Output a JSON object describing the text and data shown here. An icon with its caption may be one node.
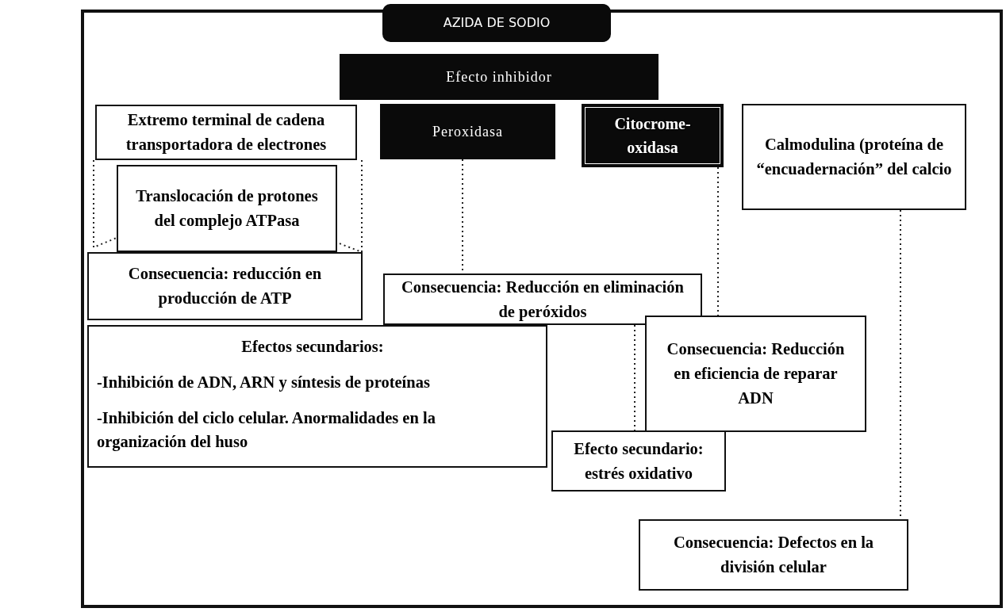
{
  "diagram": {
    "nodes": [
      {
        "text": [
          "AZIDA DE SODIO"
        ]
      },
      {
        "text": [
          "Efecto inhibidor"
        ]
      },
      {
        "text": [
          "Extremo terminal de cadena transportadora de electrones"
        ]
      },
      {
        "text": [
          "Translocación de protones del complejo ATPasa"
        ]
      },
      {
        "text": [
          "Consecuencia: reducción en producción de ATP"
        ]
      },
      {
        "text": [
          "Efectos secundarios:",
          "-Inhibición de ADN, ARN y síntesis de proteínas",
          "-Inhibición del ciclo celular. Anormalidades en la organización del huso"
        ]
      },
      {
        "text": [
          "Peroxidasa"
        ]
      },
      {
        "text": [
          "Citocrome-oxidasa"
        ]
      },
      {
        "text": [
          "Calmodulina (proteína de “encuadernación” del calcio"
        ]
      },
      {
        "text": [
          "Consecuencia: Reducción en eliminación de peróxidos"
        ]
      },
      {
        "text": [
          "Consecuencia: Reducción en eficiencia de reparar ADN"
        ]
      },
      {
        "text": [
          "Efecto secundario: estrés oxidativo"
        ]
      },
      {
        "text": [
          "Consecuencia: Defectos en la división celular"
        ]
      }
    ],
    "edges": [
      {
        "from": 2,
        "to": 3,
        "arrow": "none",
        "style": "dashed"
      },
      {
        "from": 2,
        "to": 3,
        "arrow": "none",
        "style": "dashed"
      },
      {
        "from": 6,
        "to": 9,
        "arrow": "none",
        "style": "dashed"
      },
      {
        "from": 7,
        "to": 10,
        "arrow": "none",
        "style": "dashed"
      },
      {
        "from": 9,
        "to": 11,
        "arrow": "none",
        "style": "dashed"
      },
      {
        "from": 8,
        "to": 12,
        "arrow": "none",
        "style": "dashed"
      }
    ]
  }
}
